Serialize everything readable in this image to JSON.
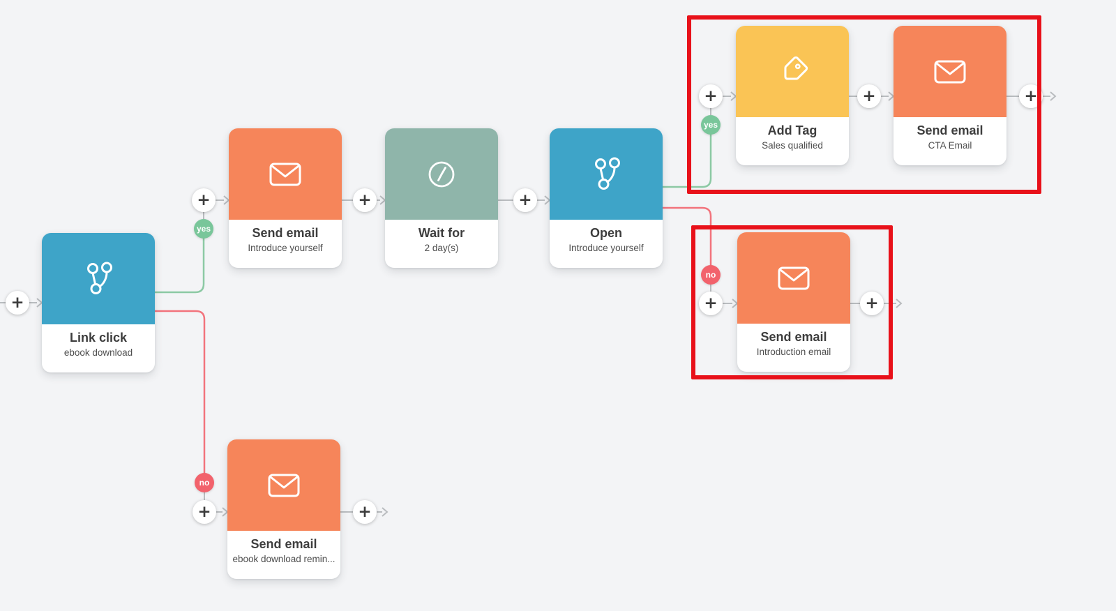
{
  "app": {
    "name": "marketing-automation-flow-builder"
  },
  "glyphs": {
    "plus": "+"
  },
  "colors": {
    "background": "#f3f4f6",
    "node_blue": "#3EA4C8",
    "node_orange": "#F6855A",
    "node_sage": "#8FB5AA",
    "node_yellow": "#FAC455",
    "yes_green": "#79C69A",
    "no_pink": "#F2626C",
    "wire_green": "#8CC9A4",
    "wire_red": "#F2737C",
    "wire_gray": "#B9BCBF",
    "highlight_red": "#E8111A"
  },
  "badges": {
    "yes_label": "yes",
    "no_label": "no"
  },
  "nodes": [
    {
      "title": "Link click",
      "subtitle": "ebook download",
      "type": "trigger-branch",
      "icon": "branch-icon",
      "color": "#3EA4C8"
    },
    {
      "title": "Send email",
      "subtitle": "Introduce yourself",
      "type": "action-email",
      "icon": "envelope-icon",
      "color": "#F6855A"
    },
    {
      "title": "Wait for",
      "subtitle": "2 day(s)",
      "type": "action-wait",
      "icon": "clock-icon",
      "color": "#8FB5AA"
    },
    {
      "title": "Open",
      "subtitle": "Introduce yourself",
      "type": "condition-branch",
      "icon": "branch-icon",
      "color": "#3EA4C8"
    },
    {
      "title": "Add Tag",
      "subtitle": "Sales qualified",
      "type": "action-tag",
      "icon": "tag-icon",
      "color": "#FAC455"
    },
    {
      "title": "Send email",
      "subtitle": "CTA Email",
      "type": "action-email",
      "icon": "envelope-icon",
      "color": "#F6855A"
    },
    {
      "title": "Send email",
      "subtitle": "Introduction email",
      "type": "action-email",
      "icon": "envelope-icon",
      "color": "#F6855A"
    },
    {
      "title": "Send email",
      "subtitle": "ebook download remin...",
      "type": "action-email",
      "icon": "envelope-icon",
      "color": "#F6855A"
    }
  ]
}
